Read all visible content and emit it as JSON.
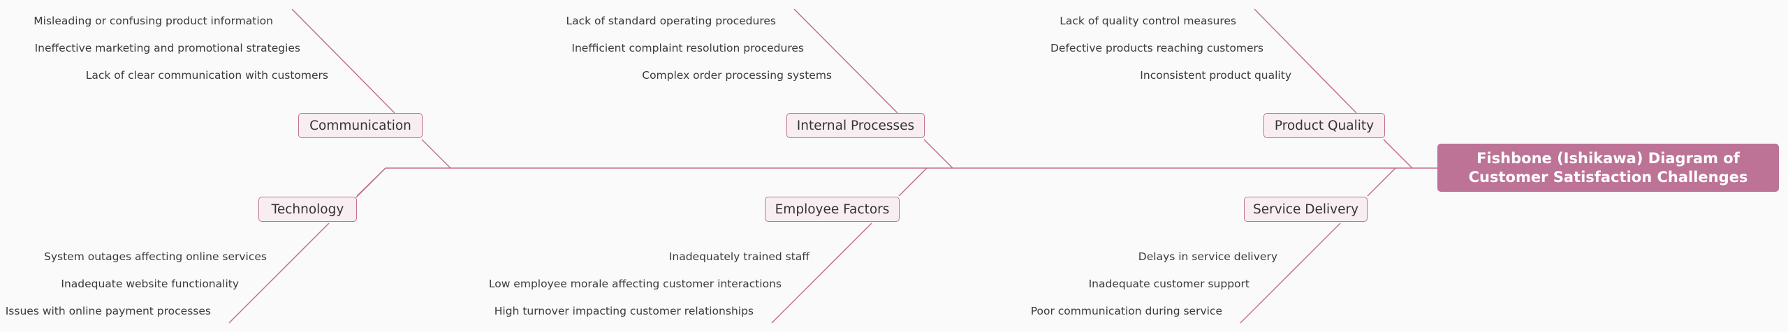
{
  "diagram": {
    "head": "Fishbone (Ishikawa) Diagram of Customer Satisfaction Challenges",
    "colors": {
      "line": "#c2708f",
      "box_fill": "#f8eef2",
      "head_fill": "#bd7396",
      "text": "#3a3a3a"
    },
    "categories": {
      "communication": {
        "label": "Communication",
        "causes": [
          "Misleading or confusing product information",
          "Ineffective marketing and promotional strategies",
          "Lack of clear communication with customers"
        ]
      },
      "internal_processes": {
        "label": "Internal Processes",
        "causes": [
          "Lack of standard operating procedures",
          "Inefficient complaint resolution procedures",
          "Complex order processing systems"
        ]
      },
      "product_quality": {
        "label": "Product Quality",
        "causes": [
          "Lack of quality control measures",
          "Defective products reaching customers",
          "Inconsistent product quality"
        ]
      },
      "technology": {
        "label": "Technology",
        "causes": [
          "System outages affecting online services",
          "Inadequate website functionality",
          "Issues with online payment processes"
        ]
      },
      "employee_factors": {
        "label": "Employee Factors",
        "causes": [
          "Inadequately trained staff",
          "Low employee morale affecting customer interactions",
          "High turnover impacting customer relationships"
        ]
      },
      "service_delivery": {
        "label": "Service Delivery",
        "causes": [
          "Delays in service delivery",
          "Inadequate customer support",
          "Poor communication during service"
        ]
      }
    }
  }
}
